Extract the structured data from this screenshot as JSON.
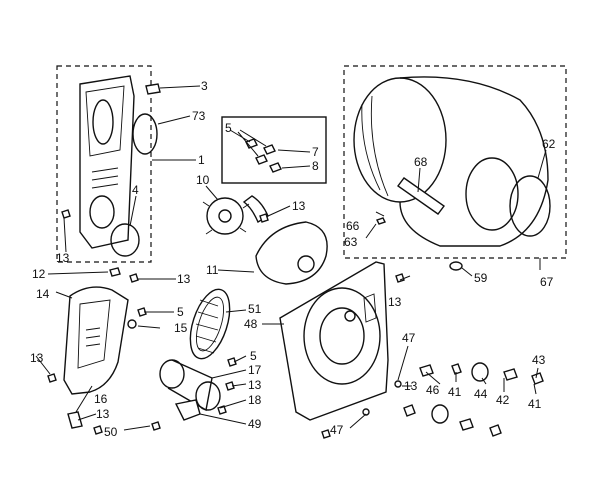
{
  "callouts": {
    "p3": "3",
    "p73": "73",
    "p1": "1",
    "p4": "4",
    "p13a": "13",
    "p5a": "5",
    "p7": "7",
    "p8": "8",
    "p10": "10",
    "p13b": "13",
    "p11": "11",
    "p12": "12",
    "p13c": "13",
    "p14": "14",
    "p5b": "5",
    "p15": "15",
    "p51": "51",
    "p48": "48",
    "p13d": "13",
    "p59": "59",
    "p67": "67",
    "p68": "68",
    "p62": "62",
    "p66": "66",
    "p63": "63",
    "p13e": "13",
    "p16": "16",
    "p13f": "13",
    "p50": "50",
    "p5c": "5",
    "p17": "17",
    "p13g": "13",
    "p18": "18",
    "p49": "49",
    "p47a": "47",
    "p13h": "13",
    "p46": "46",
    "p41a": "41",
    "p44": "44",
    "p42": "42",
    "p43": "43",
    "p41b": "41",
    "p47b": "47"
  }
}
